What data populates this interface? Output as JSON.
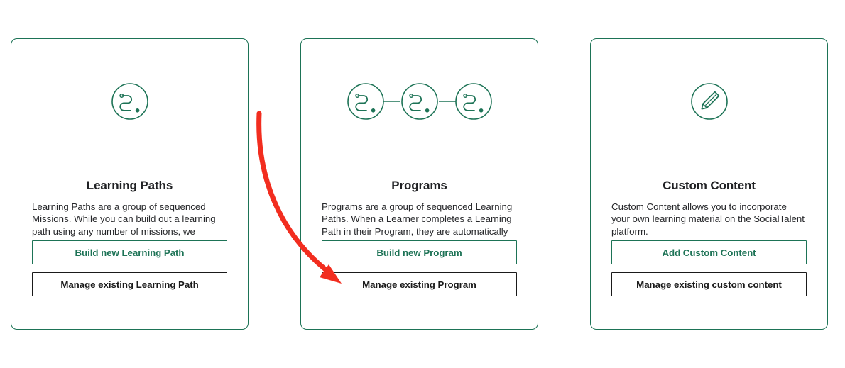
{
  "page": {
    "background": "#ffffff",
    "accent_green": "#1d7356",
    "text_dark": "#202124",
    "annotation_color": "#f22d1f"
  },
  "cards": [
    {
      "id": "learning-paths",
      "icon": "learning-path-icon",
      "title": "Learning Paths",
      "body": "Learning Paths are a group of sequenced Missions. While you can build out a learning path using any number of missions, we recommend keeping the learning path duration to a maximum of eight hours.",
      "primary_button": "Build new Learning Path",
      "secondary_button": "Manage existing Learning Path"
    },
    {
      "id": "programs",
      "icon": "program-chain-icon",
      "title": "Programs",
      "body": "Programs are a group of sequenced Learning Paths. When a Learner completes a Learning Path in their Program, they are automatically assigned the next Learning Path in the Program.",
      "primary_button": "Build new Program",
      "secondary_button": "Manage existing Program"
    },
    {
      "id": "custom-content",
      "icon": "pencil-icon",
      "title": "Custom Content",
      "body": "Custom Content allows you to incorporate your own learning material on the SocialTalent platform.",
      "primary_button": "Add Custom Content",
      "secondary_button": "Manage existing custom content"
    }
  ],
  "annotation": {
    "type": "curved-arrow",
    "color": "#f22d1f",
    "points_to": "Manage existing Program"
  }
}
